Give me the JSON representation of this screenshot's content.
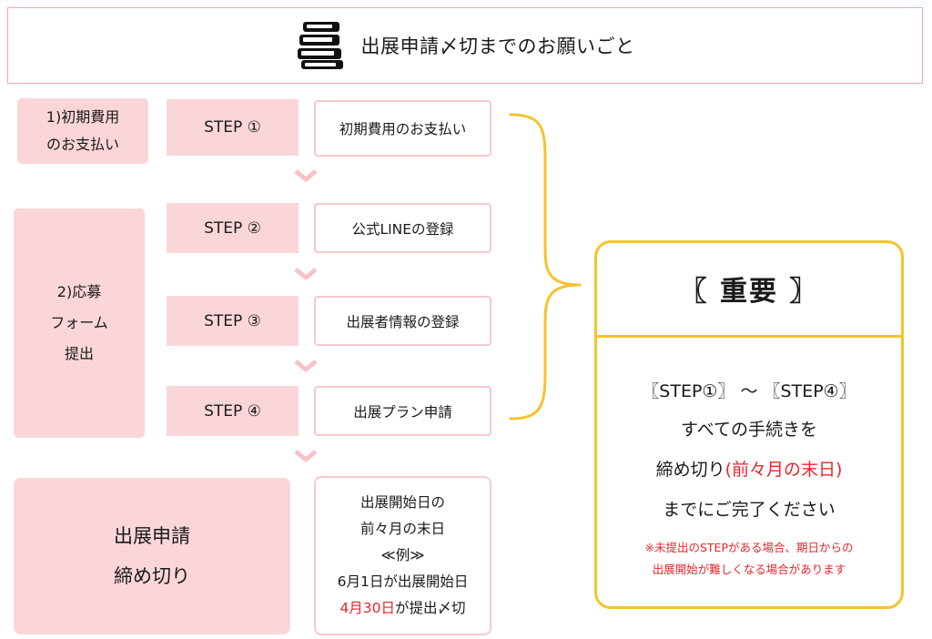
{
  "header": {
    "icon": "books-icon",
    "title": "出展申請〆切までのお願いごと"
  },
  "categories": [
    {
      "line1": "1)初期費用",
      "line2": "のお支払い"
    },
    {
      "line1": "2)応募",
      "line2": "フォーム",
      "line3": "提出"
    }
  ],
  "steps": [
    {
      "label": "STEP ①",
      "desc": "初期費用のお支払い"
    },
    {
      "label": "STEP ②",
      "desc": "公式LINEの登録"
    },
    {
      "label": "STEP ③",
      "desc": "出展者情報の登録"
    },
    {
      "label": "STEP ④",
      "desc": "出展プラン申請"
    }
  ],
  "deadline_category": {
    "line1": "出展申請",
    "line2": "締め切り"
  },
  "deadline_detail": {
    "line1": "出展開始日の",
    "line2": "前々月の末日",
    "line3": "≪例≫",
    "line4": "6月1日が出展開始日",
    "line5_red": "4月30日",
    "line5_rest": "が提出〆切"
  },
  "important": {
    "title": "〖 重要 〗",
    "line1": "〖STEP①〗 ～ 〖STEP④〗",
    "line2": "すべての手続きを",
    "line3_black": "締め切り",
    "line3_red": "(前々月の末日)",
    "line4": "までにご完了ください",
    "note1": "※未提出のSTEPがある場合、期日からの",
    "note2": "出展開始が難しくなる場合があります"
  },
  "colors": {
    "pink_fill": "#fbd6d9",
    "pink_border": "#f6c9cd",
    "header_border": "#f2a6ad",
    "accent_yellow": "#f5c32c",
    "alert_red": "#e8262b"
  }
}
